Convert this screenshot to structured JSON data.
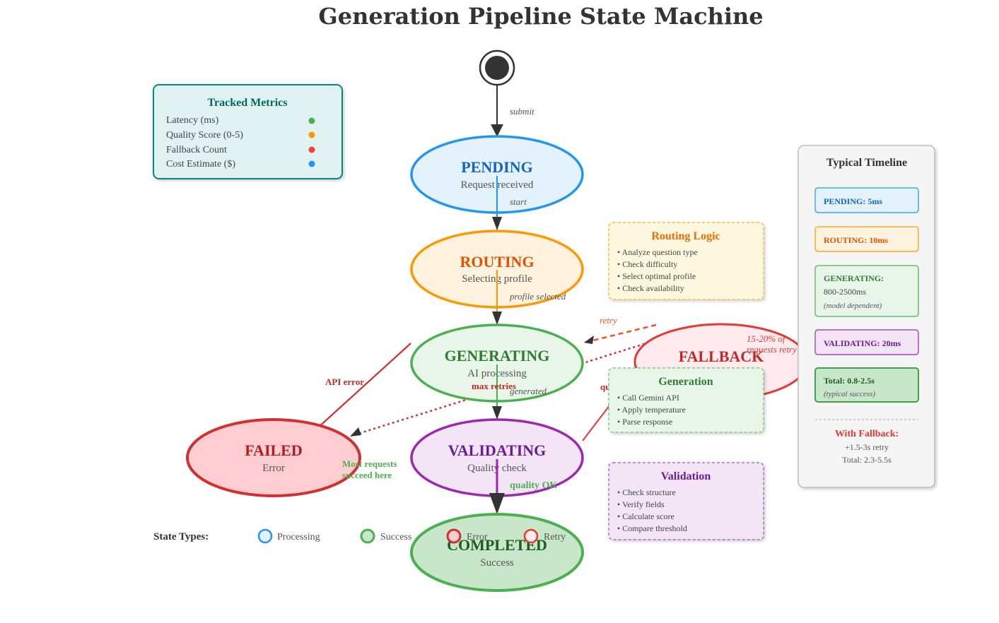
{
  "title": "Generation Pipeline State Machine",
  "states": {
    "pending": {
      "name": "PENDING",
      "sub": "Request received"
    },
    "routing": {
      "name": "ROUTING",
      "sub": "Selecting profile"
    },
    "generating": {
      "name": "GENERATING",
      "sub": "AI processing"
    },
    "validating": {
      "name": "VALIDATING",
      "sub": "Quality check"
    },
    "completed": {
      "name": "COMPLETED",
      "sub": "Success"
    },
    "failed": {
      "name": "FAILED",
      "sub": "Error"
    },
    "fallback": {
      "name": "FALLBACK"
    }
  },
  "transitions": {
    "submit": "submit",
    "start": "start",
    "profile_selected": "profile selected",
    "generated": "generated",
    "quality_ok": "quality OK",
    "api_error": "API error",
    "max_retries": "max retries",
    "retry": "retry",
    "quality_fail_partial": "qu"
  },
  "annotations": {
    "most_requests_line1": "Most requests",
    "most_requests_line2": "succeed here",
    "fallback_pct_line1": "15-20% of",
    "fallback_pct_line2": "requests retry"
  },
  "metrics": {
    "title": "Tracked Metrics",
    "items": [
      {
        "label": "Latency (ms)",
        "color": "#4caf50"
      },
      {
        "label": "Quality Score (0-5)",
        "color": "#ff9800"
      },
      {
        "label": "Fallback Count",
        "color": "#f44336"
      },
      {
        "label": "Cost Estimate ($)",
        "color": "#2196f3"
      }
    ]
  },
  "routing_logic": {
    "title": "Routing Logic",
    "items": [
      "• Analyze question type",
      "• Check difficulty",
      "• Select optimal profile",
      "• Check availability"
    ]
  },
  "generation_box": {
    "title": "Generation",
    "items": [
      "• Call Gemini API",
      "• Apply temperature",
      "• Parse response"
    ]
  },
  "validation_box": {
    "title": "Validation",
    "items": [
      "• Check structure",
      "• Verify fields",
      "• Calculate score",
      "• Compare threshold"
    ]
  },
  "timeline": {
    "title": "Typical Timeline",
    "pending": "PENDING: 5ms",
    "routing": "ROUTING: 10ms",
    "generating_label": "GENERATING:",
    "generating_value": "800-2500ms",
    "generating_note": "(model dependent)",
    "validating": "VALIDATING: 20ms",
    "total": "Total: 0.8-2.5s",
    "total_note": "(typical success)",
    "fallback_title": "With Fallback:",
    "fallback_retry": "+1.5-3s retry",
    "fallback_total": "Total: 2.3-5.5s"
  },
  "legend": {
    "title": "State Types:",
    "processing": "Processing",
    "success": "Success",
    "error": "Error",
    "retry": "Retry"
  },
  "colors": {
    "blue": "#2196f3",
    "orange": "#ff9800",
    "green": "#4caf50",
    "purple": "#9c27b0",
    "red": "#d32f2f",
    "teal": "#00897b"
  }
}
